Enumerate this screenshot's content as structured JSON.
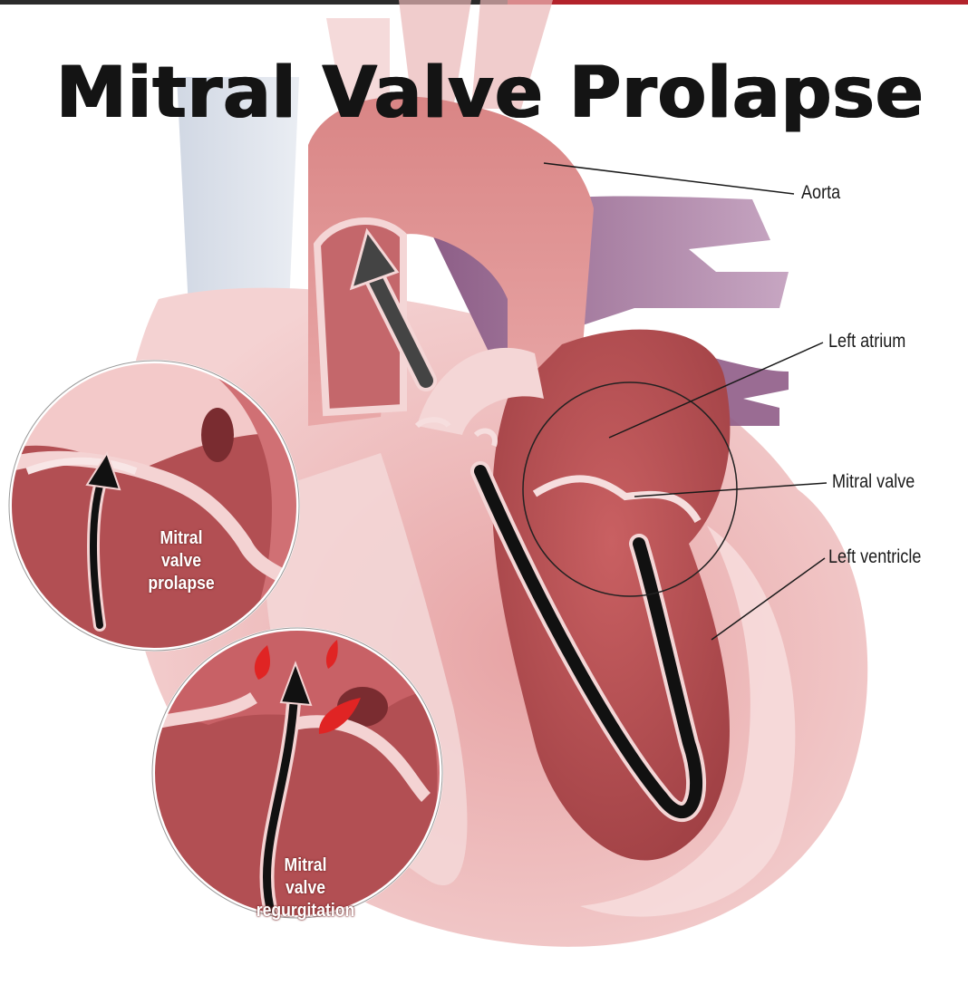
{
  "title": "Mitral Valve Prolapse",
  "labels": {
    "aorta": "Aorta",
    "left_atrium": "Left atrium",
    "mitral_valve": "Mitral valve",
    "left_ventricle": "Left ventricle"
  },
  "insets": {
    "prolapse": [
      "Mitral",
      "valve",
      "prolapse"
    ],
    "regurgitation": [
      "Mitral",
      "valve",
      "regurgitation"
    ]
  },
  "colors": {
    "title": "#141414",
    "top_bar_dark": "#2b2b2b",
    "top_bar_red": "#b3232b",
    "tissue": "#c9676a",
    "chamber": "#a9484c",
    "membrane": "#f2cfcf",
    "vessel_blue": "#d7dde8",
    "vessel_purple": "#9b6f93",
    "blood_drop": "#e02424"
  }
}
